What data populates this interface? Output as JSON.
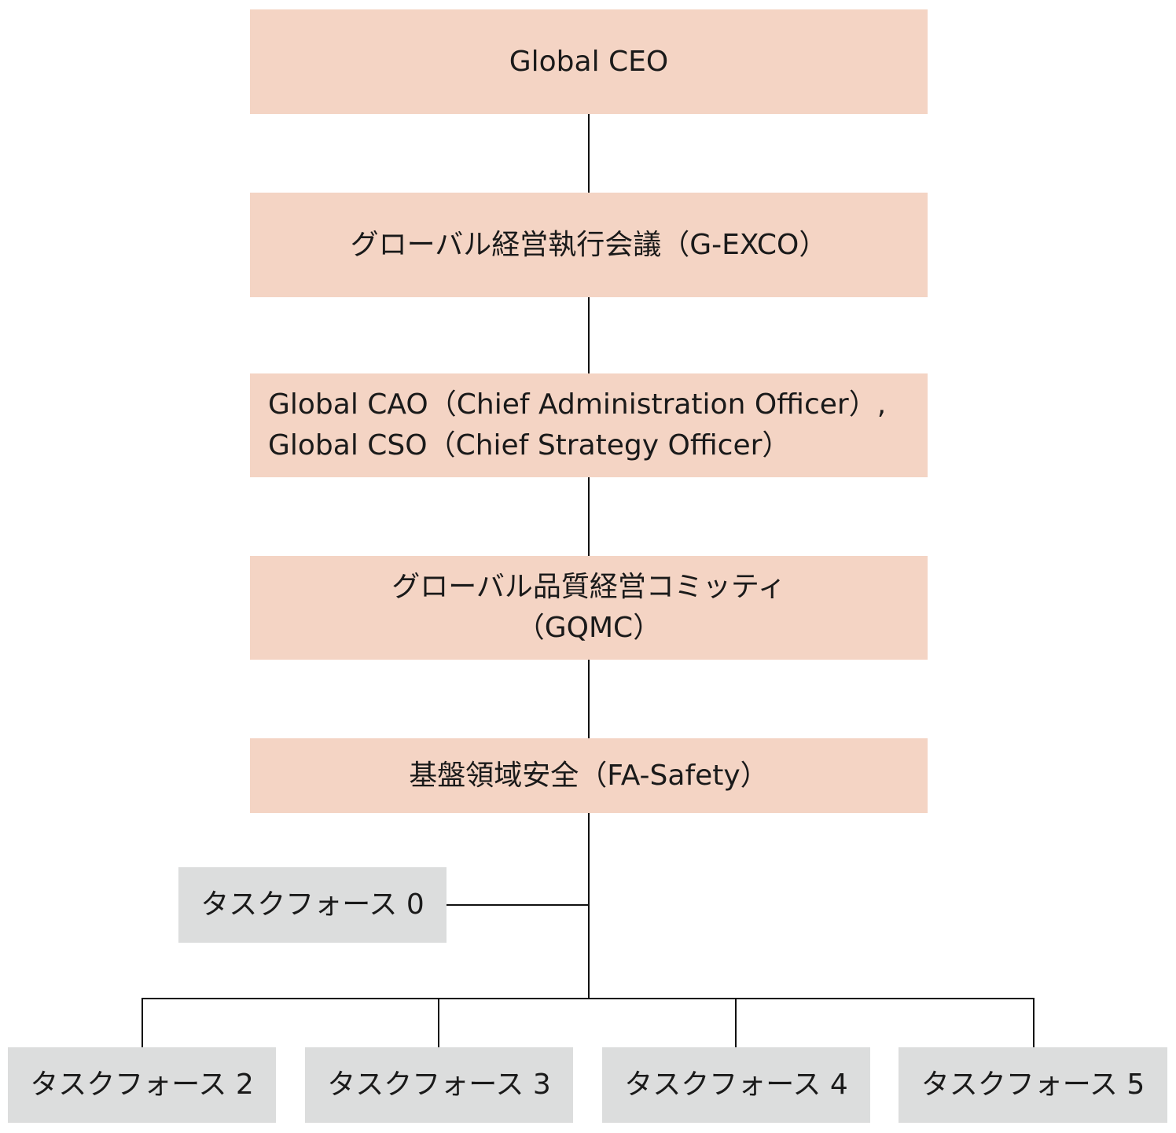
{
  "nodes": {
    "ceo": "Global CEO",
    "gexco": "グローバル経営執行会議（G-EXCO）",
    "cao_line1": "Global CAO（Chief Administration Officer）,",
    "cao_line2": "Global CSO（Chief Strategy Officer）",
    "gqmc_line1": "グローバル品質経営コミッティ",
    "gqmc_line2": "（GQMC）",
    "fa_safety": "基盤領域安全（FA-Safety）",
    "tf0": "タスクフォース 0",
    "tf2": "タスクフォース 2",
    "tf3": "タスクフォース 3",
    "tf4": "タスクフォース 4",
    "tf5": "タスクフォース 5"
  },
  "colors": {
    "primary_box": "#f4d4c4",
    "taskforce_box": "#dcdddd",
    "connector": "#111111"
  }
}
